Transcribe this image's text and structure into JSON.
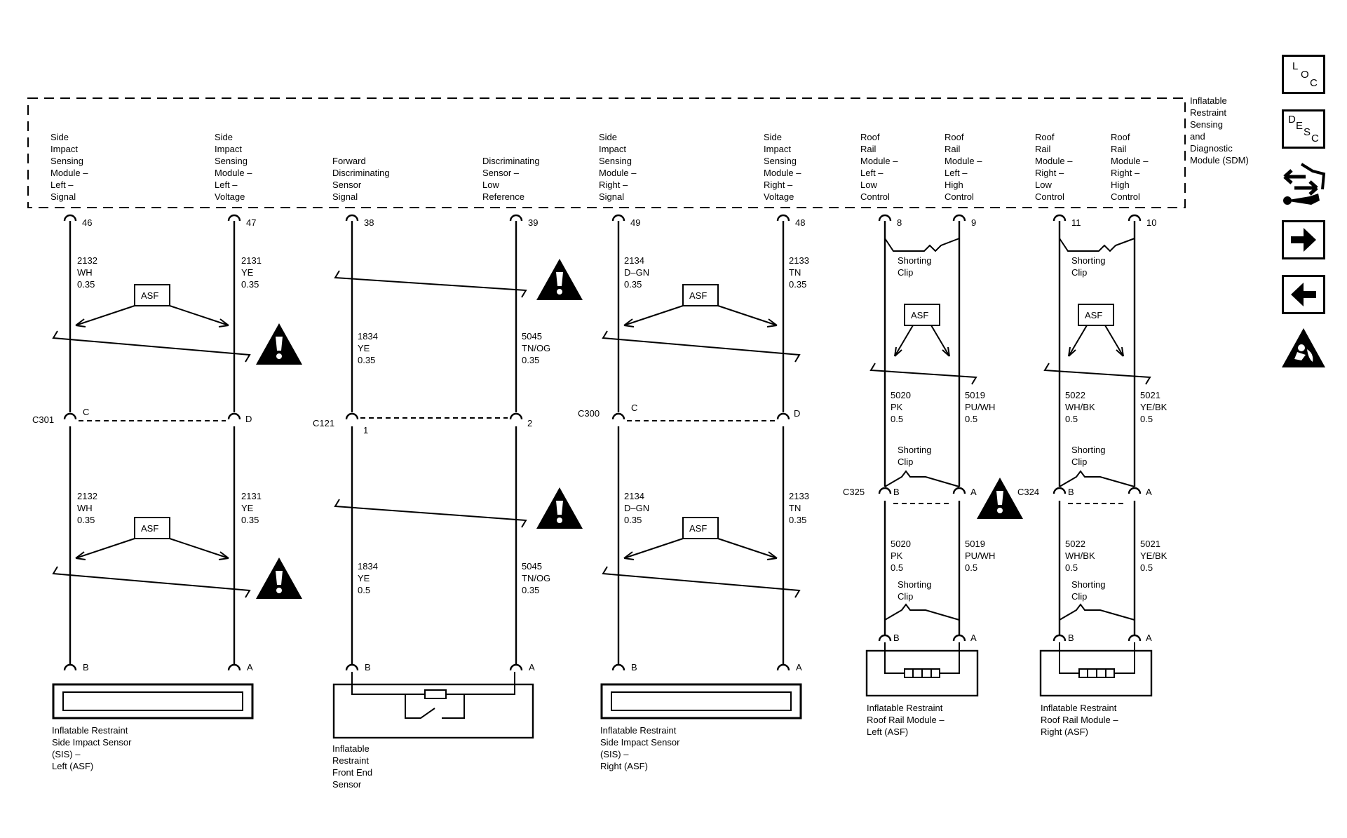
{
  "sdm": {
    "label_lines": [
      "Inflatable",
      "Restraint",
      "Sensing",
      "and",
      "Diagnostic",
      "Module (SDM)"
    ],
    "terminals": [
      {
        "lines": [
          "Side",
          "Impact",
          "Sensing",
          "Module –",
          "Left –",
          "Signal"
        ],
        "pin": "46"
      },
      {
        "lines": [
          "Side",
          "Impact",
          "Sensing",
          "Module –",
          "Left –",
          "Voltage"
        ],
        "pin": "47"
      },
      {
        "lines": [
          "Forward",
          "Discriminating",
          "Sensor",
          "Signal"
        ],
        "pin": "38"
      },
      {
        "lines": [
          "Discriminating",
          "Sensor –",
          "Low",
          "Reference"
        ],
        "pin": "39"
      },
      {
        "lines": [
          "Side",
          "Impact",
          "Sensing",
          "Module –",
          "Right –",
          "Signal"
        ],
        "pin": "49"
      },
      {
        "lines": [
          "Side",
          "Impact",
          "Sensing",
          "Module –",
          "Right –",
          "Voltage"
        ],
        "pin": "48"
      },
      {
        "lines": [
          "Roof",
          "Rail",
          "Module –",
          "Left –",
          "Low",
          "Control"
        ],
        "pin": "8"
      },
      {
        "lines": [
          "Roof",
          "Rail",
          "Module –",
          "Left –",
          "High",
          "Control"
        ],
        "pin": "9"
      },
      {
        "lines": [
          "Roof",
          "Rail",
          "Module –",
          "Right –",
          "Low",
          "Control"
        ],
        "pin": "11"
      },
      {
        "lines": [
          "Roof",
          "Rail",
          "Module –",
          "Right –",
          "High",
          "Control"
        ],
        "pin": "10"
      }
    ]
  },
  "wires_upper": [
    [
      "2132",
      "WH",
      "0.35"
    ],
    [
      "2131",
      "YE",
      "0.35"
    ],
    [
      "1834",
      "YE",
      "0.35"
    ],
    [
      "5045",
      "TN/OG",
      "0.35"
    ],
    [
      "2134",
      "D–GN",
      "0.35"
    ],
    [
      "2133",
      "TN",
      "0.35"
    ],
    [
      "5020",
      "PK",
      "0.5"
    ],
    [
      "5019",
      "PU/WH",
      "0.5"
    ],
    [
      "5022",
      "WH/BK",
      "0.5"
    ],
    [
      "5021",
      "YE/BK",
      "0.5"
    ]
  ],
  "wires_lower": [
    [
      "2132",
      "WH",
      "0.35"
    ],
    [
      "2131",
      "YE",
      "0.35"
    ],
    [
      "1834",
      "YE",
      "0.5"
    ],
    [
      "5045",
      "TN/OG",
      "0.35"
    ],
    [
      "2134",
      "D–GN",
      "0.35"
    ],
    [
      "2133",
      "TN",
      "0.35"
    ],
    [
      "5020",
      "PK",
      "0.5"
    ],
    [
      "5019",
      "PU/WH",
      "0.5"
    ],
    [
      "5022",
      "WH/BK",
      "0.5"
    ],
    [
      "5021",
      "YE/BK",
      "0.5"
    ]
  ],
  "connectors": [
    {
      "name": "C301",
      "left_pin": "C",
      "right_pin": "D"
    },
    {
      "name": "C121",
      "left_pin": "1",
      "right_pin": "2"
    },
    {
      "name": "C300",
      "left_pin": "C",
      "right_pin": "D"
    },
    {
      "name": "C325",
      "left_pin": "B",
      "right_pin": "A"
    },
    {
      "name": "C324",
      "left_pin": "B",
      "right_pin": "A"
    }
  ],
  "device_pins": [
    "B",
    "A",
    "B",
    "A",
    "B",
    "A",
    "B",
    "A",
    "B",
    "A"
  ],
  "asf_label": "ASF",
  "shorting_clip": [
    "Shorting",
    "Clip"
  ],
  "devices": [
    [
      "Inflatable Restraint",
      "Side Impact Sensor",
      "(SIS) –",
      "Left (ASF)"
    ],
    [
      "Inflatable",
      "Restraint",
      "Front End",
      "Sensor"
    ],
    [
      "Inflatable Restraint",
      "Side Impact Sensor",
      "(SIS) –",
      "Right (ASF)"
    ],
    [
      "Inflatable Restraint",
      "Roof Rail Module –",
      "Left (ASF)"
    ],
    [
      "Inflatable Restraint",
      "Roof Rail Module –",
      "Right (ASF)"
    ]
  ],
  "nav": {
    "loc": [
      "L",
      "O",
      "C"
    ],
    "desc": [
      "D",
      "E",
      "S",
      "C"
    ],
    "icons": [
      "connector-tools-icon",
      "next-arrow-icon",
      "previous-arrow-icon",
      "airbag-warning-icon"
    ]
  },
  "colors": {
    "line": "#000000",
    "background": "#ffffff"
  }
}
